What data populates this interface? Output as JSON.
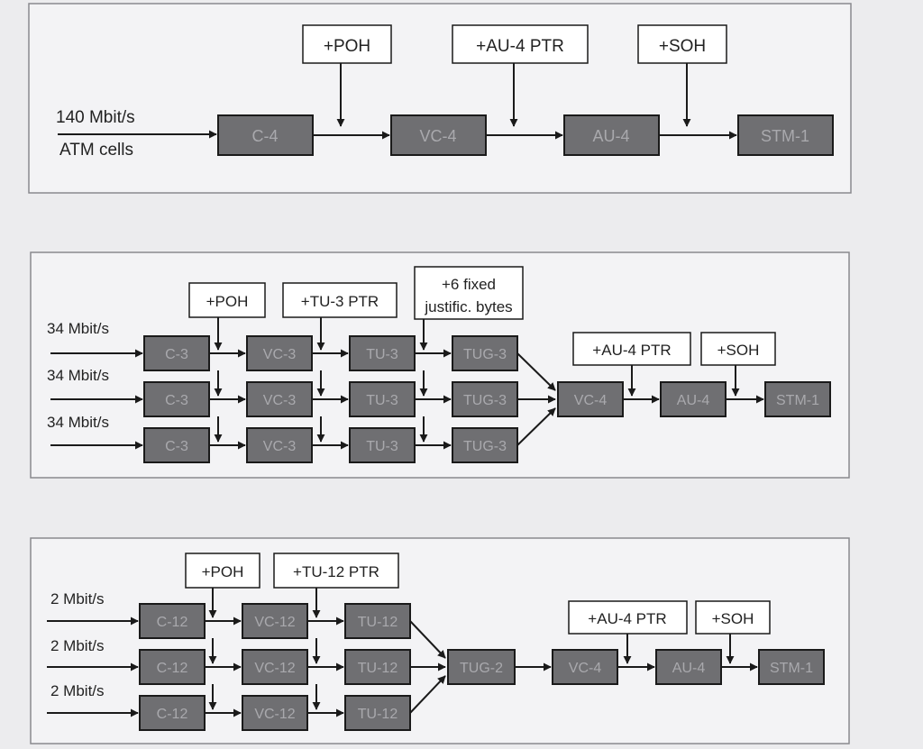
{
  "colors": {
    "background": "#ececee",
    "panel_fill": "#f3f3f5",
    "panel_border": "#8a8a8e",
    "block_fill": "#6f6f72",
    "block_border": "#1a1a1a",
    "block_text": "#a9a9ad",
    "label_box_fill": "#ffffff",
    "line": "#1a1a1a",
    "text": "#222222"
  },
  "panels": [
    {
      "inputs": [
        "140 Mbit/s",
        "ATM cells"
      ],
      "addons": [
        "+POH",
        "+AU-4 PTR",
        "+SOH"
      ],
      "blocks": [
        "C-4",
        "VC-4",
        "AU-4",
        "STM-1"
      ]
    },
    {
      "inputs": [
        "34 Mbit/s",
        "34 Mbit/s",
        "34 Mbit/s"
      ],
      "addons": [
        "+POH",
        "+TU-3 PTR",
        "+6 fixed",
        "justific. bytes",
        "+AU-4 PTR",
        "+SOH"
      ],
      "blocks": [
        "C-3",
        "VC-3",
        "TU-3",
        "TUG-3",
        "VC-4",
        "AU-4",
        "STM-1"
      ]
    },
    {
      "inputs": [
        "2 Mbit/s",
        "2 Mbit/s",
        "2 Mbit/s"
      ],
      "addons": [
        "+POH",
        "+TU-12 PTR",
        "+AU-4 PTR",
        "+SOH"
      ],
      "blocks": [
        "C-12",
        "VC-12",
        "TU-12",
        "TUG-2",
        "VC-4",
        "AU-4",
        "STM-1"
      ]
    }
  ]
}
